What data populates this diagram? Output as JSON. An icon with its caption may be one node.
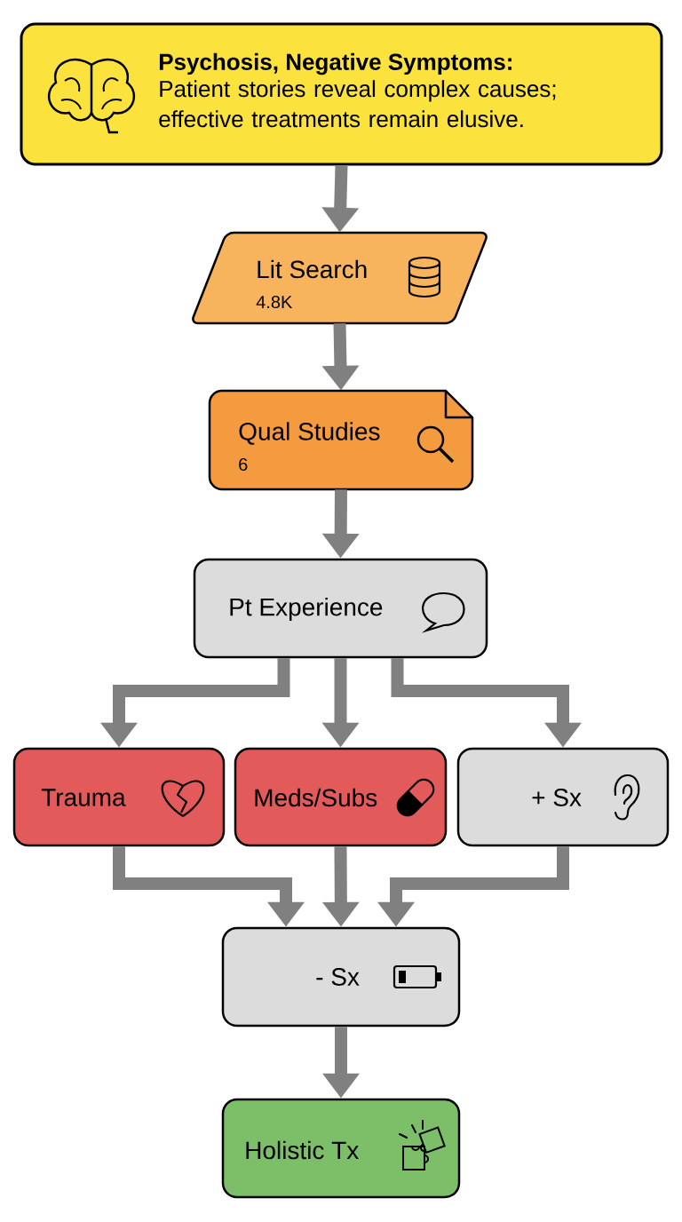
{
  "diagram": {
    "nodes": [
      {
        "text": [
          "Psychosis, Negative Symptoms:",
          "Patient stories reveal complex causes; effective treatments remain elusive."
        ]
      },
      {
        "text": [
          "Lit Search",
          "4.8K"
        ]
      },
      {
        "text": [
          "Qual Studies",
          "6"
        ]
      },
      {
        "text": [
          "Pt Experience"
        ]
      },
      {
        "text": [
          "Trauma"
        ]
      },
      {
        "text": [
          "Meds/Subs"
        ]
      },
      {
        "text": [
          "+ Sx"
        ]
      },
      {
        "text": [
          "- Sx"
        ]
      },
      {
        "text": [
          "Holistic Tx"
        ]
      }
    ],
    "edges": [
      {
        "from": 0,
        "to": 1,
        "arrow": "to"
      },
      {
        "from": 1,
        "to": 2,
        "arrow": "to"
      },
      {
        "from": 2,
        "to": 3,
        "arrow": "to"
      },
      {
        "from": 3,
        "to": 4,
        "arrow": "to"
      },
      {
        "from": 3,
        "to": 5,
        "arrow": "to"
      },
      {
        "from": 3,
        "to": 6,
        "arrow": "to"
      },
      {
        "from": 4,
        "to": 7,
        "arrow": "to"
      },
      {
        "from": 5,
        "to": 7,
        "arrow": "to"
      },
      {
        "from": 6,
        "to": 7,
        "arrow": "to"
      },
      {
        "from": 7,
        "to": 8,
        "arrow": "to"
      }
    ]
  }
}
